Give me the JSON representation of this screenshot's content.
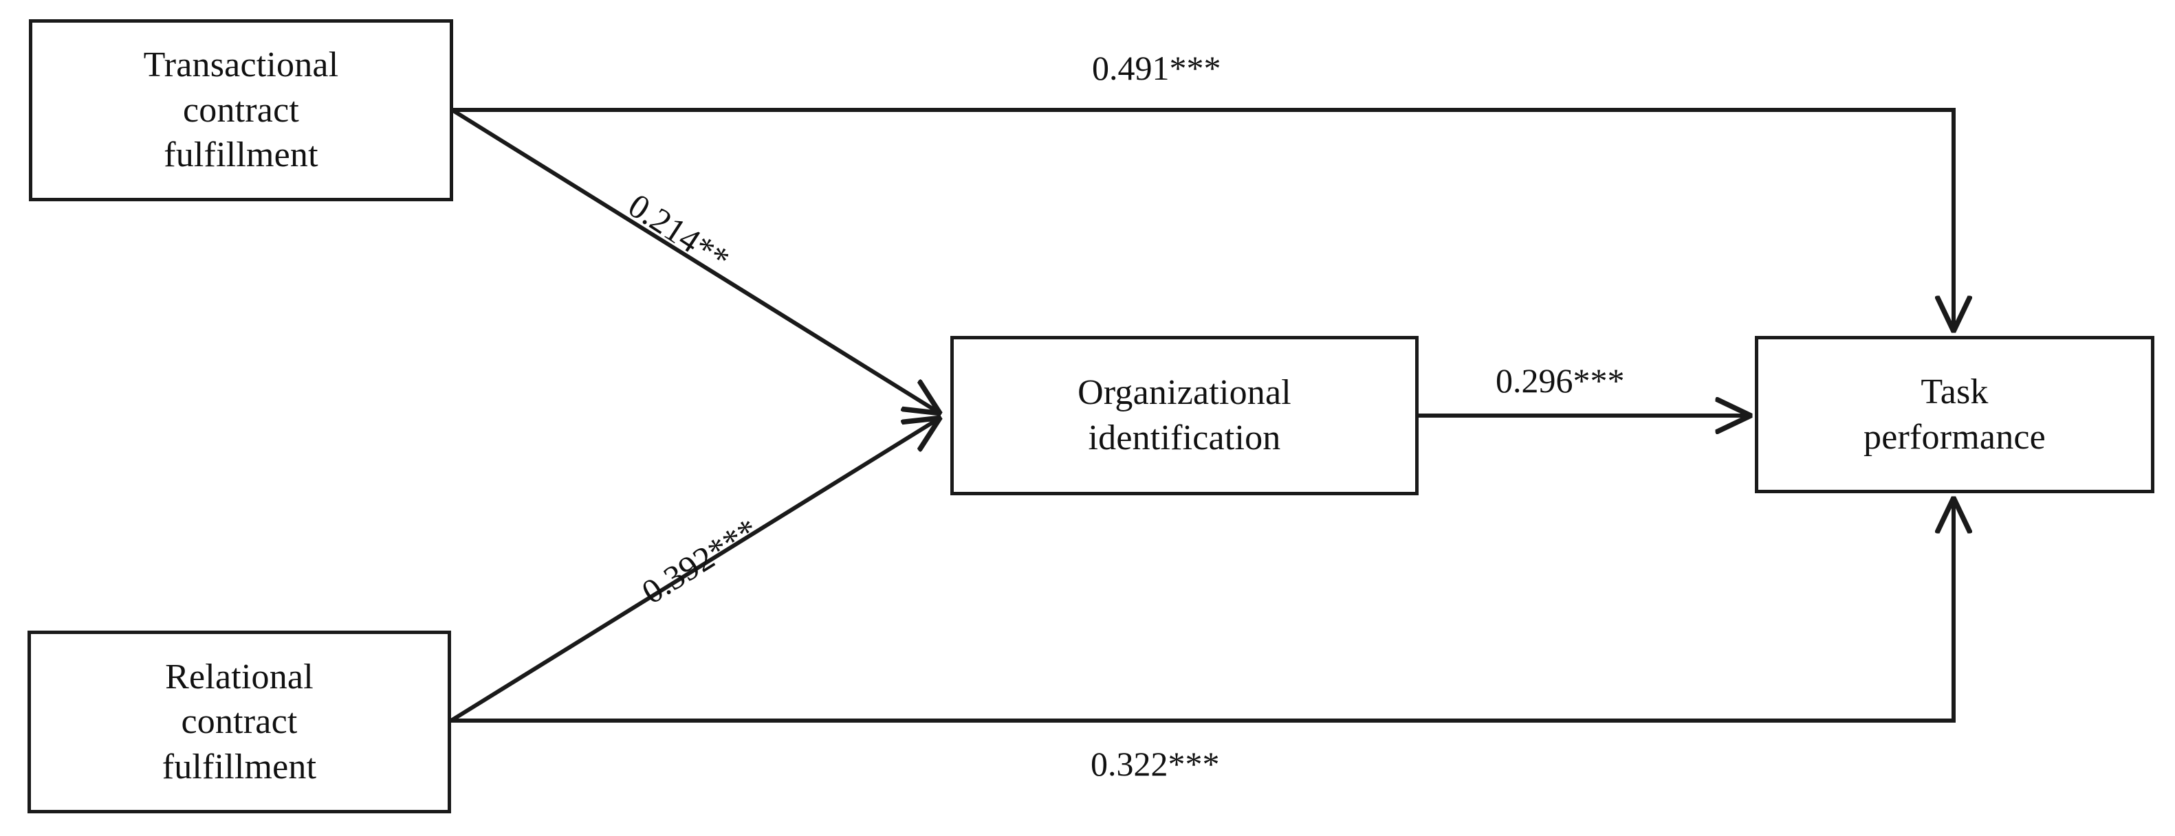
{
  "diagram": {
    "title": "Structural model of contract fulfillment, organizational identification and task performance",
    "background_color": "#ffffff",
    "line_color": "#1a1a1a",
    "text_color": "#111111"
  },
  "nodes": [
    {
      "id": "transactional",
      "label": "Transactional\ncontract\nfulfillment",
      "role": "predictor"
    },
    {
      "id": "relational",
      "label": "Relational\ncontract\nfulfillment",
      "role": "predictor"
    },
    {
      "id": "orgident",
      "label": "Organizational\nidentification",
      "role": "mediator"
    },
    {
      "id": "taskperf",
      "label": "Task\nperformance",
      "role": "outcome"
    }
  ],
  "paths": [
    {
      "id": "a1",
      "from": "transactional",
      "to": "taskperf",
      "coefficient": "0.491",
      "significance": "***",
      "label": "0.491***",
      "route": "orthogonal-top"
    },
    {
      "id": "a2",
      "from": "transactional",
      "to": "orgident",
      "coefficient": "0.214",
      "significance": "**",
      "label": "0.214**",
      "route": "diagonal-down"
    },
    {
      "id": "a3",
      "from": "relational",
      "to": "orgident",
      "coefficient": "0.392",
      "significance": "***",
      "label": "0.392***",
      "route": "diagonal-up"
    },
    {
      "id": "a4",
      "from": "orgident",
      "to": "taskperf",
      "coefficient": "0.296",
      "significance": "***",
      "label": "0.296***",
      "route": "horizontal"
    },
    {
      "id": "a5",
      "from": "relational",
      "to": "taskperf",
      "coefficient": "0.322",
      "significance": "***",
      "label": "0.322***",
      "route": "orthogonal-bottom"
    }
  ]
}
